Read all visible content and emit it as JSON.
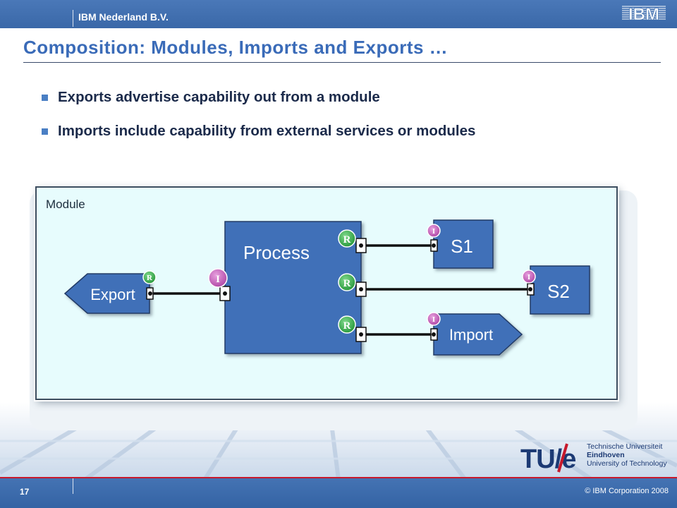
{
  "header": {
    "company": "IBM Nederland B.V.",
    "logo": "IBM"
  },
  "slide": {
    "title": "Composition: Modules, Imports and Exports …",
    "bullets": [
      "Exports advertise capability out from a module",
      "Imports include capability from external services or modules"
    ]
  },
  "diagram": {
    "module_label": "Module",
    "nodes": {
      "process": "Process",
      "export": "Export",
      "s1": "S1",
      "s2": "S2",
      "import": "Import"
    },
    "badges": {
      "reference": "R",
      "interface": "I"
    },
    "colors": {
      "component": "#3f6fb8",
      "reference_badge": "#3aa84a",
      "interface_badge": "#c25ab8",
      "module_fill": "#e7fcfd"
    }
  },
  "footer_logo": {
    "mark": "TU/e",
    "line1": "Technische Universiteit",
    "line2": "Eindhoven",
    "line3": "University of Technology"
  },
  "footer": {
    "page_number": "17",
    "copyright": "© IBM Corporation 2008"
  }
}
